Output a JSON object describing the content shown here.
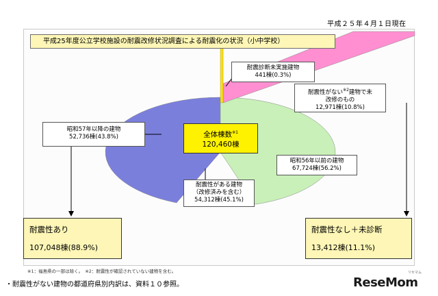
{
  "date_note": "平成２５年４月１日現在",
  "title": "平成25年度公立学校施設の耐震改修状況調査による耐震化の状況（小中学校）",
  "chart_data": {
    "type": "pie",
    "slices": [
      {
        "label": "昭和57年以降の建物",
        "value": 52736,
        "pct": "43.8%",
        "color": "#7b7fdc"
      },
      {
        "label": "耐震性がある建物（改修済みを含む）",
        "value": 54312,
        "pct": "45.1%",
        "color": "#c8f0b8"
      },
      {
        "label": "耐震性がない建物で未改修のもの",
        "value": 12971,
        "pct": "10.8%",
        "color": "#ff8fd0"
      },
      {
        "label": "耐震診断未実施建物",
        "value": 441,
        "pct": "0.3%",
        "color": "#ffe000"
      }
    ],
    "outer_groups": [
      {
        "label": "昭和56年以前の建物",
        "value": 67724,
        "pct": "56.2%"
      }
    ],
    "total": {
      "label": "全体棟数",
      "sup": "※1",
      "value": "120,460棟"
    }
  },
  "callouts": {
    "post57": {
      "line1": "昭和57年以降の建物",
      "line2": "52,736棟(43.8%)"
    },
    "pre56": {
      "line1": "昭和56年以前の建物",
      "line2": "67,724棟(56.2%)"
    },
    "seismic_ok": {
      "line1": "耐震性がある建物",
      "line2": "（改修済みを含む）",
      "line3": "54,312棟(45.1%)"
    },
    "no_diag": {
      "line1": "耐震診断未実施建物",
      "line2": "441棟(0.3%)"
    },
    "not_ok": {
      "line1": "耐震性がない",
      "sup": "※2",
      "line1b": "建物で未",
      "line2": "改修のもの",
      "line3": "12,971棟(10.8%)"
    }
  },
  "totals": {
    "left": {
      "label": "耐震性あり",
      "value": "107,048棟(88.9%)"
    },
    "right": {
      "label": "耐震性なし＋未診断",
      "value": "13,412棟(11.1%)"
    }
  },
  "footnote": "※1：福島県の一部は除く。　※2：耐震性が確認されていない建物を含む。",
  "note": "・耐震性がない建物の都道府県別内訳は、資料１０参照。",
  "logo": {
    "text": "ReseMom",
    "small": "リセマム"
  }
}
